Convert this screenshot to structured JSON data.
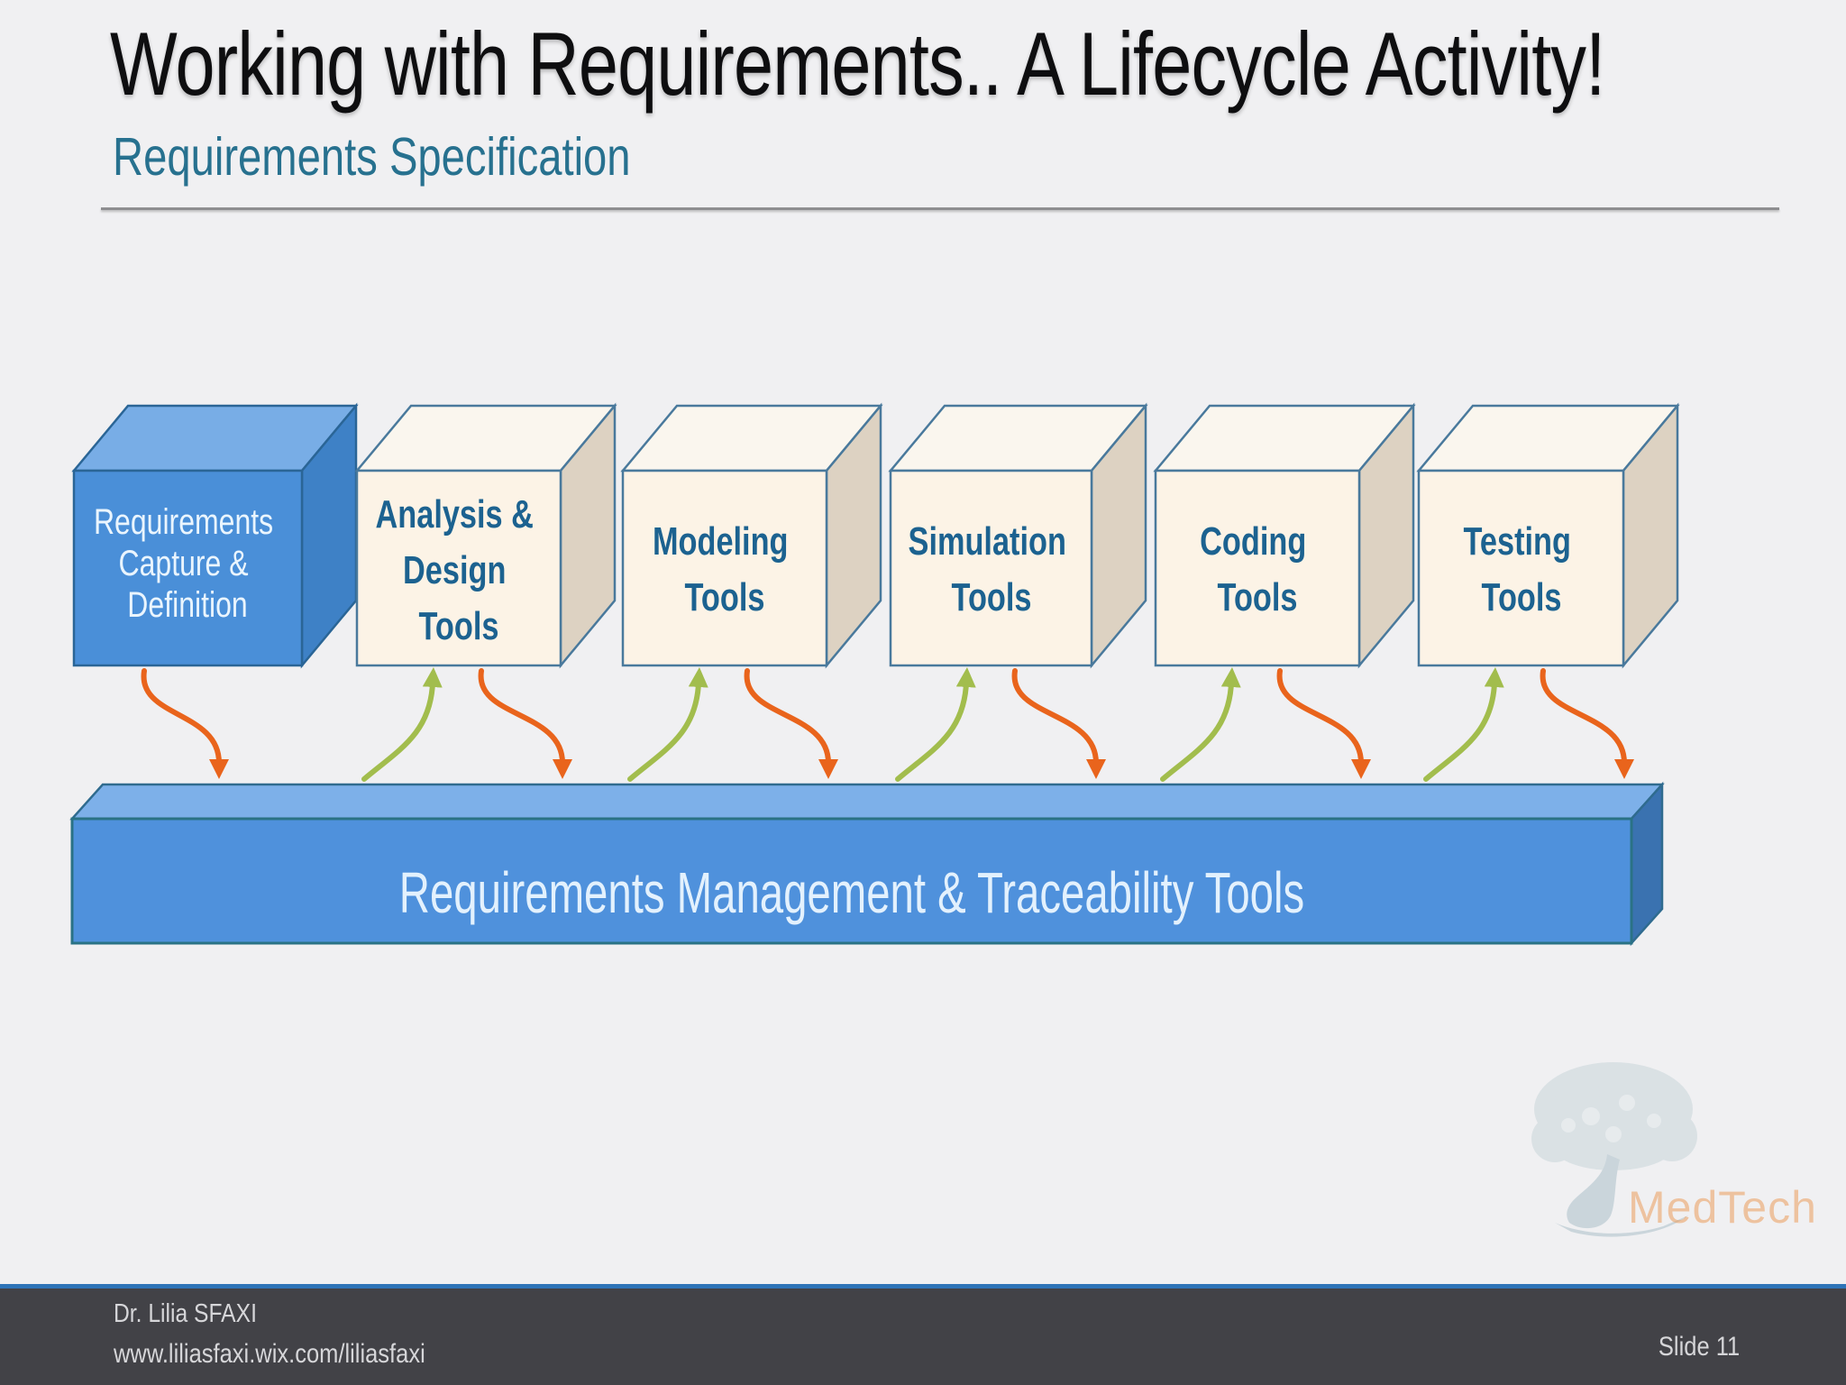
{
  "slide": {
    "title": "Working with Requirements.. A Lifecycle Activity!",
    "subtitle": "Requirements Specification"
  },
  "diagram": {
    "boxes": [
      {
        "id": "requirements-capture-definition",
        "variant": "blue",
        "lines": [
          "Requirements",
          "Capture &",
          "Definition"
        ]
      },
      {
        "id": "analysis-design-tools",
        "variant": "cream",
        "lines": [
          "Analysis &",
          "Design",
          "Tools"
        ]
      },
      {
        "id": "modeling-tools",
        "variant": "cream",
        "lines": [
          "Modeling",
          "Tools"
        ]
      },
      {
        "id": "simulation-tools",
        "variant": "cream",
        "lines": [
          "Simulation",
          "Tools"
        ]
      },
      {
        "id": "coding-tools",
        "variant": "cream",
        "lines": [
          "Coding",
          "Tools"
        ]
      },
      {
        "id": "testing-tools",
        "variant": "cream",
        "lines": [
          "Testing",
          "Tools"
        ]
      }
    ],
    "bar": {
      "label": "Requirements Management & Traceability Tools"
    },
    "colors": {
      "blue_box_front": "#4a8fd8",
      "blue_box_top": "#78ade6",
      "blue_box_side": "#3e81c6",
      "cream_box_front": "#fcf3e6",
      "cream_box_top": "#faf6ee",
      "cream_box_side": "#ddd2c2",
      "box_outline": "#49799c",
      "blue_outline": "#2a6596",
      "bar_front": "#4f91dc",
      "bar_top": "#7db0e9",
      "bar_side": "#3a72b0",
      "arrow_down_orange": "#e9641c",
      "arrow_up_green": "#a2bd4d",
      "label_teal": "#1c6290",
      "background": "#f0f0f2",
      "footer_bg": "#424247",
      "footer_accent_line": "#2e74b8"
    }
  },
  "logo": {
    "text": "MedTech"
  },
  "footer": {
    "author": "Dr. Lilia SFAXI",
    "website": "www.liliasfaxi.wix.com/liliasfaxi",
    "slide_number": "Slide 11"
  }
}
